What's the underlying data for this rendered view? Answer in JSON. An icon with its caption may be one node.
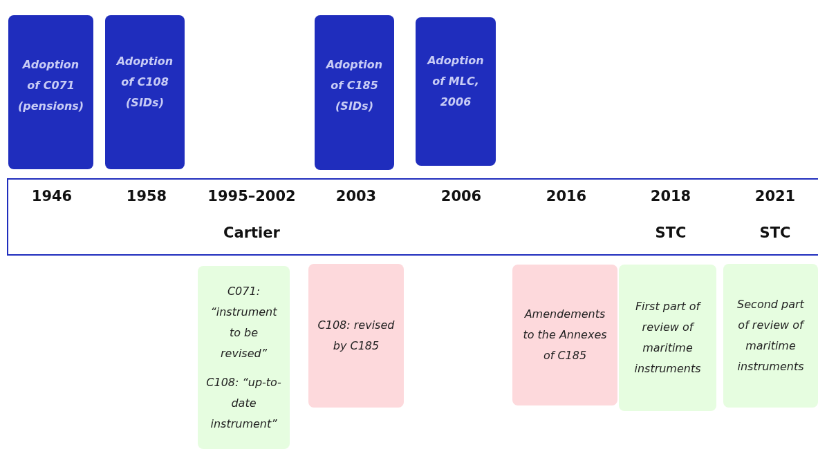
{
  "diagram": {
    "nodes": [
      {
        "text": [
          "Adoption of C071 (pensions)"
        ]
      },
      {
        "text": [
          "Adoption of C108 (SIDs)"
        ]
      },
      {
        "text": [
          "Adoption of C185 (SIDs)"
        ]
      },
      {
        "text": [
          "Adoption of MLC, 2006"
        ]
      },
      {
        "text": [
          "1946",
          "1958",
          "1995–2002",
          "2003",
          "2006",
          "2016",
          "2018",
          "2021",
          "Cartier",
          "STC",
          "STC"
        ]
      },
      {
        "text": [
          "C071: “instrument to be revised”",
          "C108: “up-to-date instrument”"
        ]
      },
      {
        "text": [
          "C108: revised by C185"
        ]
      },
      {
        "text": [
          "Amendements to the Annexes of C185"
        ]
      },
      {
        "text": [
          "First part of review of maritime instruments"
        ]
      },
      {
        "text": [
          "Second part of review of maritime instruments"
        ]
      }
    ],
    "edges": []
  }
}
